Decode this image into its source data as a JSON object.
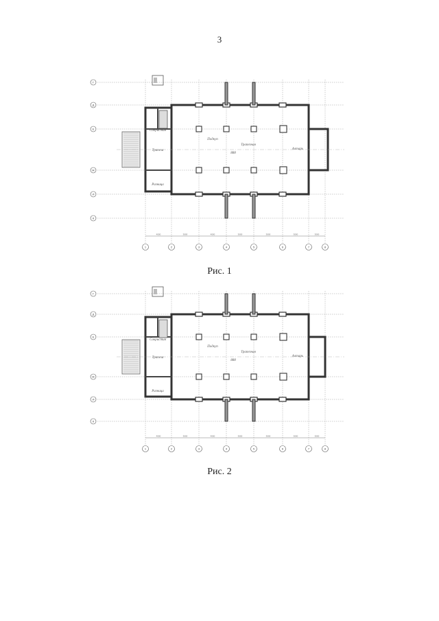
{
  "page": {
    "number": "3"
  },
  "figures": [
    {
      "id": "fig1",
      "caption": "Рис. 1",
      "rooms": {
        "left_upper": "Сакристия",
        "left_center": "Трапеза",
        "left_lower": "Ризница",
        "nave": "Подкуп",
        "nave_right": "Трапезная",
        "center": "888",
        "apse": "Алтарь"
      },
      "row_axes": [
        "Г",
        "Д",
        "Е",
        "Ж",
        "И",
        "К"
      ],
      "col_axes": [
        "1",
        "2",
        "3",
        "4",
        "5",
        "6",
        "7",
        "8"
      ],
      "dims": [
        "4000",
        "3000",
        "4000",
        "3000",
        "3000",
        "3000",
        "3000",
        "4000"
      ]
    },
    {
      "id": "fig2",
      "caption": "Рис. 2",
      "rooms": {
        "left_upper": "Сакристия",
        "left_center": "Трапеза",
        "left_lower": "Ризница",
        "nave": "Подкуп",
        "nave_right": "Трапезная",
        "center": "888",
        "apse": "Алтарь"
      },
      "row_axes": [
        "Г",
        "Д",
        "Е",
        "Ж",
        "И",
        "К"
      ],
      "col_axes": [
        "1",
        "2",
        "3",
        "4",
        "5",
        "6",
        "7",
        "8"
      ],
      "dims": [
        "4000",
        "3000",
        "4000",
        "3000",
        "3000",
        "3000",
        "3000",
        "4000"
      ]
    }
  ]
}
